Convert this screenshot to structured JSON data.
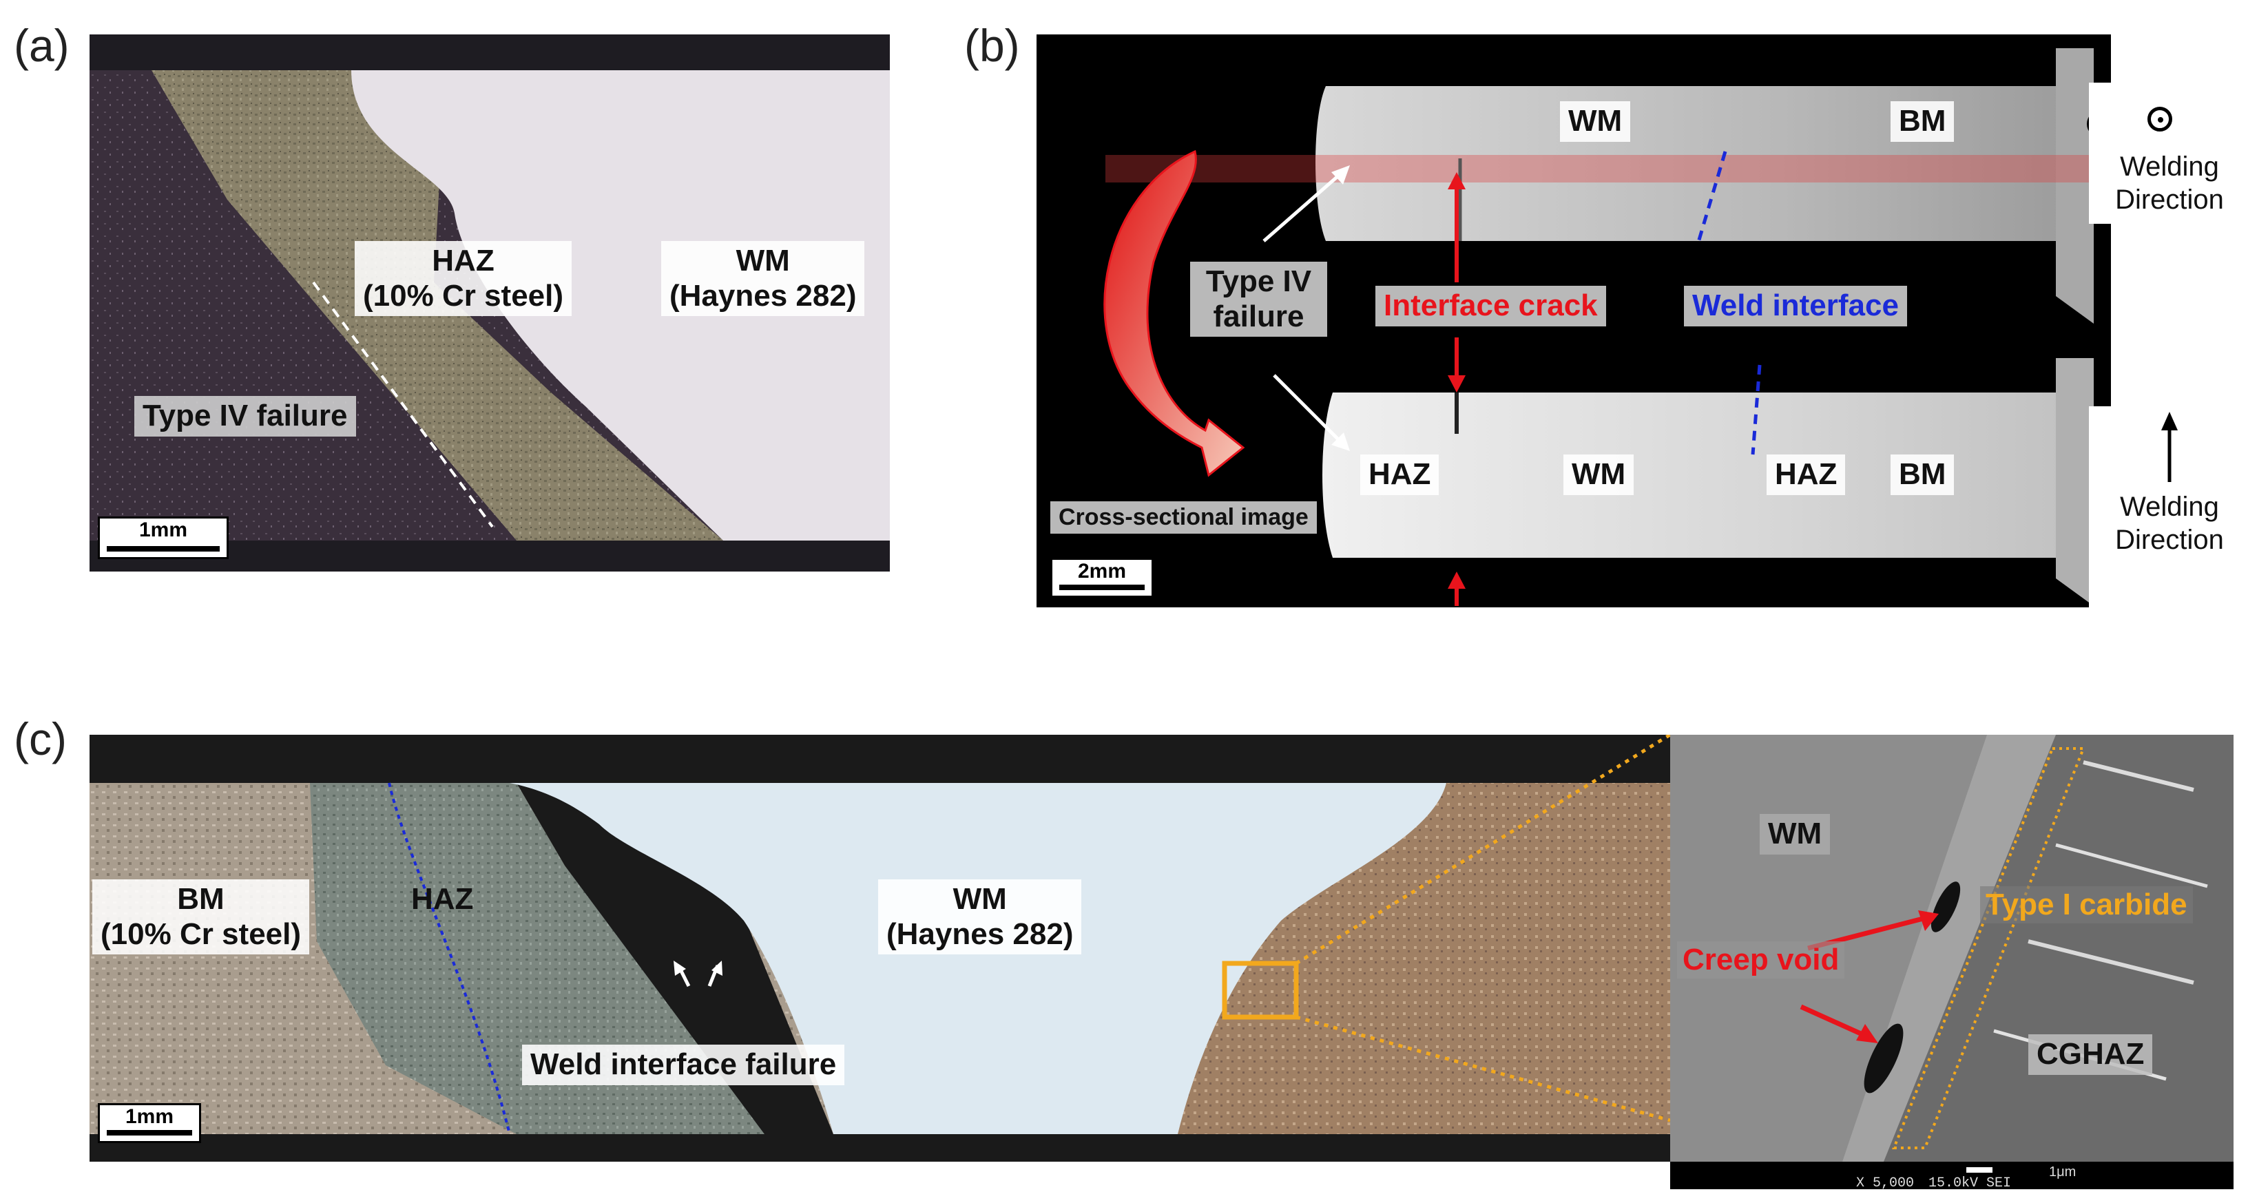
{
  "panels": {
    "a": {
      "label": "(a)",
      "haz": "HAZ",
      "haz_sub": "(10% Cr steel)",
      "wm": "WM",
      "wm_sub": "(Haynes 282)",
      "failure": "Type IV failure",
      "scale": "1mm"
    },
    "b": {
      "label": "(b)",
      "wm_top": "WM",
      "bm_top": "BM",
      "welding_direction_top": "Welding Direction",
      "type_iv": "Type IV failure",
      "interface_crack": "Interface crack",
      "weld_interface": "Weld interface",
      "haz_left": "HAZ",
      "wm_bottom": "WM",
      "haz_right": "HAZ",
      "bm_bottom": "BM",
      "welding_direction_bottom": "Welding Direction",
      "cross_section": "Cross-sectional image",
      "scale": "2mm"
    },
    "c": {
      "label": "(c)",
      "bm": "BM",
      "bm_sub": "(10% Cr steel)",
      "haz": "HAZ",
      "wm": "WM",
      "wm_sub": "(Haynes 282)",
      "weld_failure": "Weld interface failure",
      "scale": "1mm",
      "inset_wm": "WM",
      "inset_carbide": "Type I carbide",
      "inset_creep": "Creep void",
      "inset_cghaz": "CGHAZ",
      "sem_mag": "X 5,000",
      "sem_kv": "15.0kV SEI",
      "sem_scale": "1μm"
    }
  },
  "colors": {
    "red": "#e8141c",
    "blue": "#1a2ad8",
    "orange": "#f2a81d"
  }
}
